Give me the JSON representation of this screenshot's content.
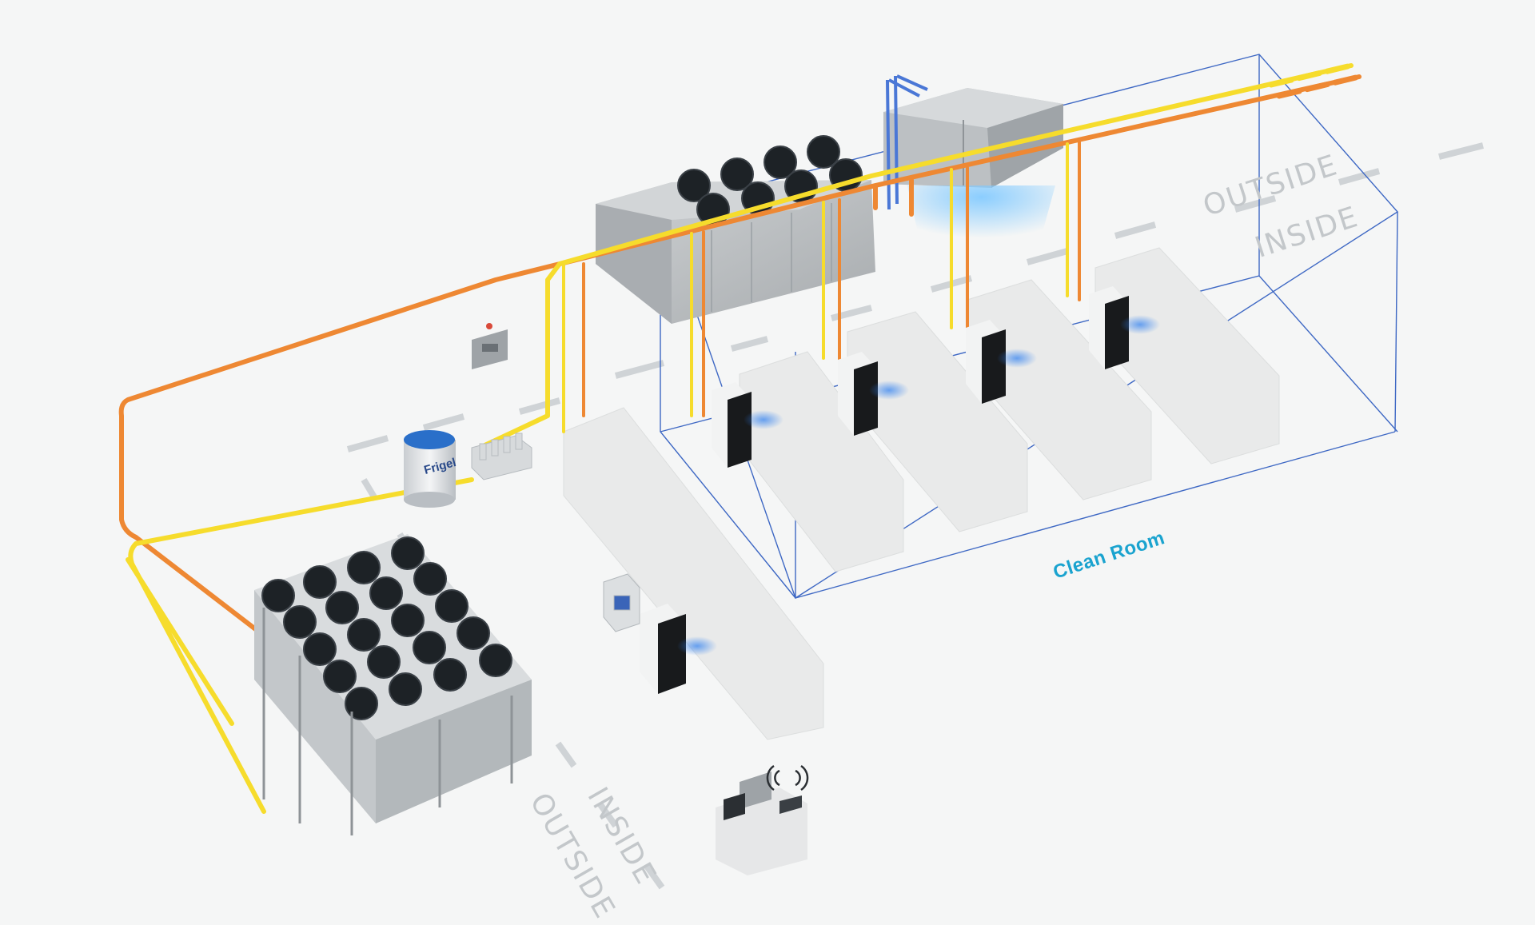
{
  "labels": {
    "outside_top": "OUTSIDE",
    "inside_top": "INSIDE",
    "inside_bottom": "INSIDE",
    "outside_bottom": "OUTSIDE",
    "clean_room": "Clean Room",
    "brand": "Frigel"
  },
  "colors": {
    "background": "#f5f6f6",
    "hot_pipe": "#ee8833",
    "cold_pipe": "#f6dc2c",
    "clean_room_outline": "#3e68c4",
    "clean_room_label": "#1aa3cf",
    "boundary_dash": "#cfd3d6",
    "fan": "#1d2226",
    "chiller_body": "#f2f3f3",
    "chiller_panel": "#181a1c",
    "machine": "#e9eaea"
  }
}
